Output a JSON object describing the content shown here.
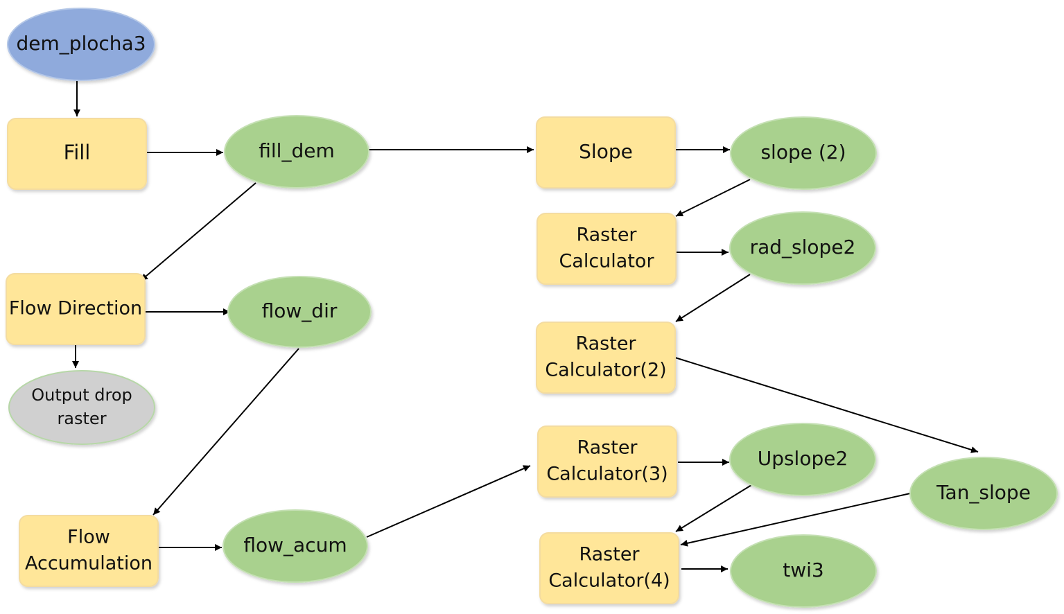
{
  "colors": {
    "input": "#8faadc",
    "input_edge": "#b4c7e7",
    "process": "#ffe699",
    "process_edge": "#f4dca0",
    "output": "#a9d18e",
    "output_edge": "#c5e0b4",
    "dropped": "#d0d0d0",
    "dropped_edge": "#b7d7a8"
  },
  "nodes": {
    "dem_plocha3": {
      "kind": "input",
      "lines": [
        "dem_plocha3"
      ]
    },
    "fill": {
      "kind": "process",
      "lines": [
        "Fill"
      ]
    },
    "fill_dem": {
      "kind": "output",
      "lines": [
        "fill_dem"
      ]
    },
    "flow_direction": {
      "kind": "process",
      "lines": [
        "Flow Direction"
      ]
    },
    "flow_dir": {
      "kind": "output",
      "lines": [
        "flow_dir"
      ]
    },
    "output_drop_raster": {
      "kind": "dropped",
      "lines": [
        "Output drop",
        "raster"
      ]
    },
    "flow_accumulation": {
      "kind": "process",
      "lines": [
        "Flow",
        "Accumulation"
      ]
    },
    "flow_acum": {
      "kind": "output",
      "lines": [
        "flow_acum"
      ]
    },
    "slope_tool": {
      "kind": "process",
      "lines": [
        "Slope"
      ]
    },
    "slope_2": {
      "kind": "output",
      "lines": [
        "slope (2)"
      ]
    },
    "raster_calculator": {
      "kind": "process",
      "lines": [
        "Raster",
        "Calculator"
      ]
    },
    "rad_slope2": {
      "kind": "output",
      "lines": [
        "rad_slope2"
      ]
    },
    "raster_calculator_2": {
      "kind": "process",
      "lines": [
        "Raster",
        "Calculator(2)"
      ]
    },
    "raster_calculator_3": {
      "kind": "process",
      "lines": [
        "Raster",
        "Calculator(3)"
      ]
    },
    "upslope2": {
      "kind": "output",
      "lines": [
        "Upslope2"
      ]
    },
    "tan_slope": {
      "kind": "output",
      "lines": [
        "Tan_slope"
      ]
    },
    "raster_calculator_4": {
      "kind": "process",
      "lines": [
        "Raster",
        "Calculator(4)"
      ]
    },
    "twi3": {
      "kind": "output",
      "lines": [
        "twi3"
      ]
    }
  },
  "edges": [
    [
      "dem_plocha3",
      "fill"
    ],
    [
      "fill",
      "fill_dem"
    ],
    [
      "fill_dem",
      "flow_direction"
    ],
    [
      "fill_dem",
      "slope_tool"
    ],
    [
      "flow_direction",
      "flow_dir"
    ],
    [
      "flow_direction",
      "output_drop_raster"
    ],
    [
      "flow_dir",
      "flow_accumulation"
    ],
    [
      "flow_accumulation",
      "flow_acum"
    ],
    [
      "flow_acum",
      "raster_calculator_3"
    ],
    [
      "slope_tool",
      "slope_2"
    ],
    [
      "slope_2",
      "raster_calculator"
    ],
    [
      "raster_calculator",
      "rad_slope2"
    ],
    [
      "rad_slope2",
      "raster_calculator_2"
    ],
    [
      "raster_calculator_2",
      "tan_slope"
    ],
    [
      "raster_calculator_3",
      "upslope2"
    ],
    [
      "upslope2",
      "raster_calculator_4"
    ],
    [
      "tan_slope",
      "raster_calculator_4"
    ],
    [
      "raster_calculator_4",
      "twi3"
    ]
  ]
}
